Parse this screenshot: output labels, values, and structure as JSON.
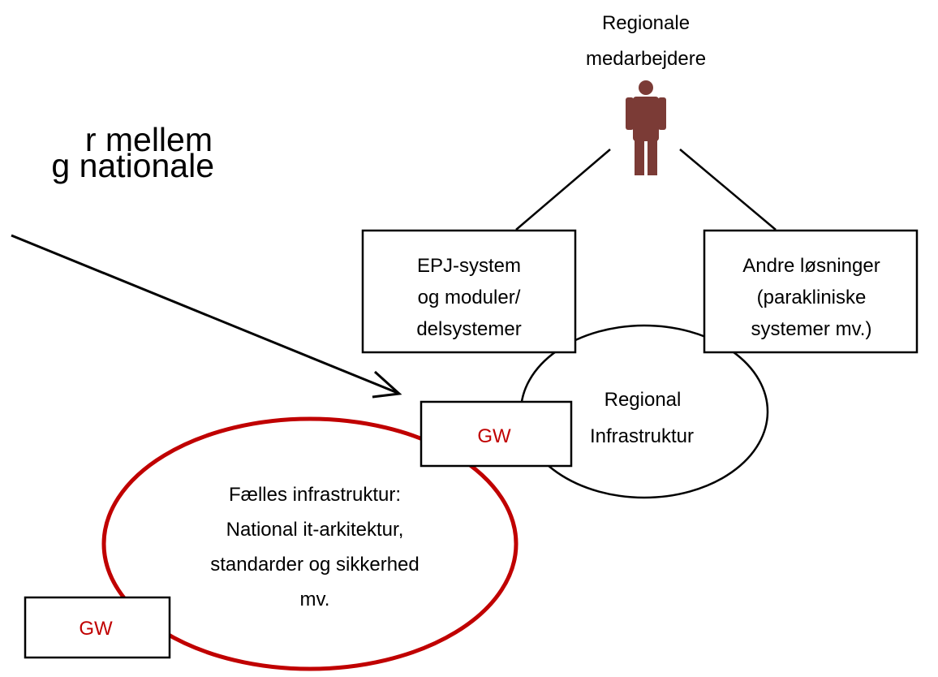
{
  "heading": {
    "line1": "r mellem",
    "line2": "g nationale"
  },
  "person": {
    "label_line1": "Regionale",
    "label_line2": "medarbejdere",
    "icon": "person-icon",
    "color": "#7b3b36"
  },
  "boxes": {
    "epj": {
      "lines": [
        "EPJ-system",
        "og moduler/",
        "delsystemer"
      ]
    },
    "andre": {
      "lines": [
        "Andre løsninger",
        "(parakliniske",
        "systemer mv.)"
      ]
    }
  },
  "regional": {
    "lines": [
      "Regional",
      "Infrastruktur"
    ]
  },
  "faelles": {
    "lines": [
      "Fælles infrastruktur:",
      "National it-arkitektur,",
      "standarder og sikkerhed",
      "mv."
    ]
  },
  "gateways": {
    "main": "GW",
    "bottom": "GW",
    "text_color": "#c00000"
  },
  "colors": {
    "faelles_border": "#c00000",
    "stroke": "#000000"
  }
}
